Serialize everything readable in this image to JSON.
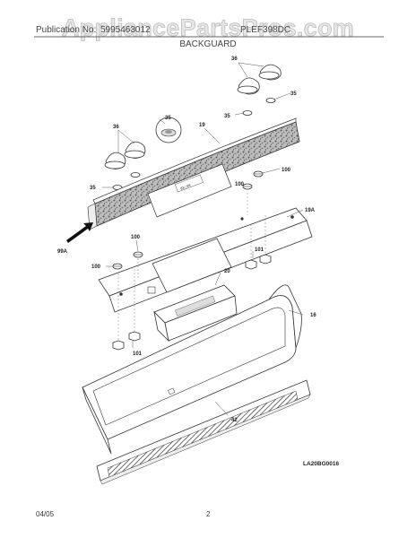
{
  "header": {
    "watermark": "AppliancePartsPros.com",
    "publication_label": "Publication No:",
    "publication_number": "5995463012",
    "model": "PLEF398DC",
    "section_title": "BACKGUARD"
  },
  "callouts": {
    "c16": "16",
    "c19": "19",
    "c19a": "19A",
    "c20": "20",
    "c35a": "35",
    "c35b": "35",
    "c35c": "35",
    "c35d": "35",
    "c36a": "36",
    "c36b": "36",
    "c42": "42",
    "c99a": "99A",
    "c100a": "100",
    "c100b": "100",
    "c100c": "100",
    "c100d": "100",
    "c101a": "101",
    "c101b": "101"
  },
  "footer": {
    "date": "04/05",
    "page": "2",
    "diagram_code": "LA20BG0016"
  },
  "colors": {
    "line": "#333333",
    "panel_pattern": "#8a8a8a",
    "watermark_fill": "#e6e6e6"
  }
}
